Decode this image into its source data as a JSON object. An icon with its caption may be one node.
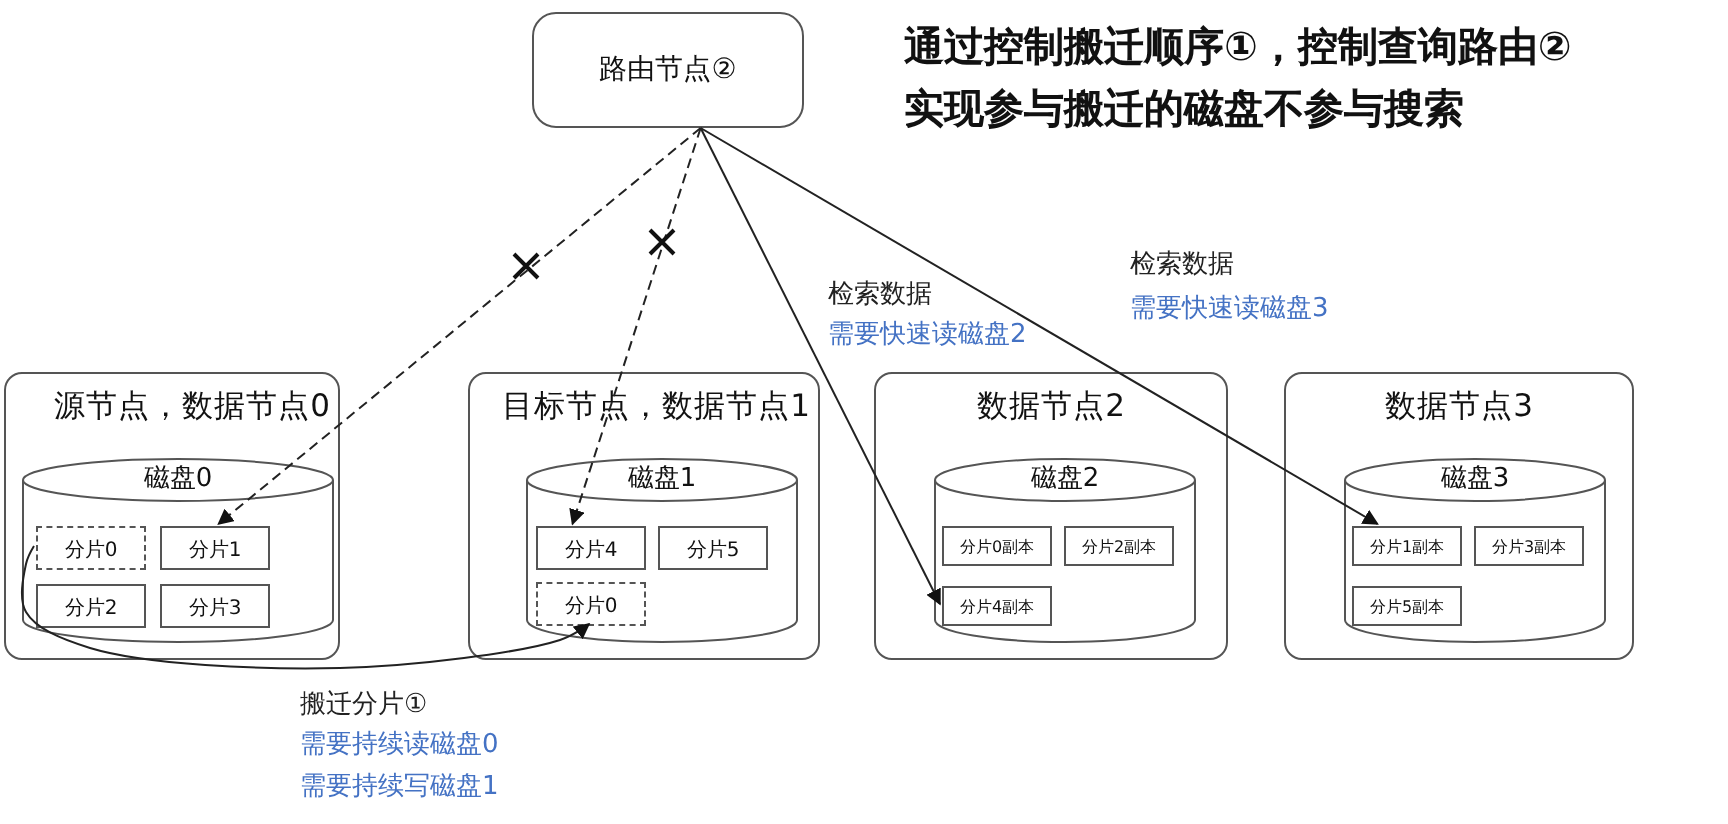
{
  "diagram": {
    "nodes": [
      {
        "text": [
          "路由节点②"
        ]
      },
      {
        "text": [
          "源节点，数据节点0"
        ]
      },
      {
        "text": [
          "磁盘0"
        ],
        "in": 1
      },
      {
        "text": [
          "分片0"
        ],
        "in": 2
      },
      {
        "text": [
          "分片1"
        ],
        "in": 2
      },
      {
        "text": [
          "分片2"
        ],
        "in": 2
      },
      {
        "text": [
          "分片3"
        ],
        "in": 2
      },
      {
        "text": [
          "目标节点，数据节点1"
        ]
      },
      {
        "text": [
          "磁盘1"
        ],
        "in": 7
      },
      {
        "text": [
          "分片4"
        ],
        "in": 8
      },
      {
        "text": [
          "分片5"
        ],
        "in": 8
      },
      {
        "text": [
          "分片0"
        ],
        "in": 8
      },
      {
        "text": [
          "数据节点2"
        ]
      },
      {
        "text": [
          "磁盘2"
        ],
        "in": 12
      },
      {
        "text": [
          "分片0副本"
        ],
        "in": 13
      },
      {
        "text": [
          "分片2副本"
        ],
        "in": 13
      },
      {
        "text": [
          "分片4副本"
        ],
        "in": 13
      },
      {
        "text": [
          "数据节点3"
        ]
      },
      {
        "text": [
          "磁盘3"
        ],
        "in": 17
      },
      {
        "text": [
          "分片1副本"
        ],
        "in": 18
      },
      {
        "text": [
          "分片3副本"
        ],
        "in": 18
      },
      {
        "text": [
          "分片5副本"
        ],
        "in": 18
      }
    ],
    "edges": [
      {
        "from": 0,
        "to": 4,
        "arrow": "to",
        "style": "dashed"
      },
      {
        "from": 0,
        "to": 9,
        "arrow": "to",
        "style": "dashed"
      },
      {
        "from": 0,
        "to": 16,
        "arrow": "to"
      },
      {
        "from": 0,
        "to": 19,
        "arrow": "to"
      },
      {
        "from": 3,
        "to": 11,
        "arrow": "to"
      }
    ],
    "labels": [
      "通过控制搬迁顺序①，控制查询路由②实现参与搬迁的磁盘不参与搜索",
      "检索数据",
      "需要快速读磁盘2",
      "检索数据",
      "需要快速读磁盘3",
      "搬迁分片①",
      "需要持续读磁盘0",
      "需要持续写磁盘1"
    ]
  }
}
